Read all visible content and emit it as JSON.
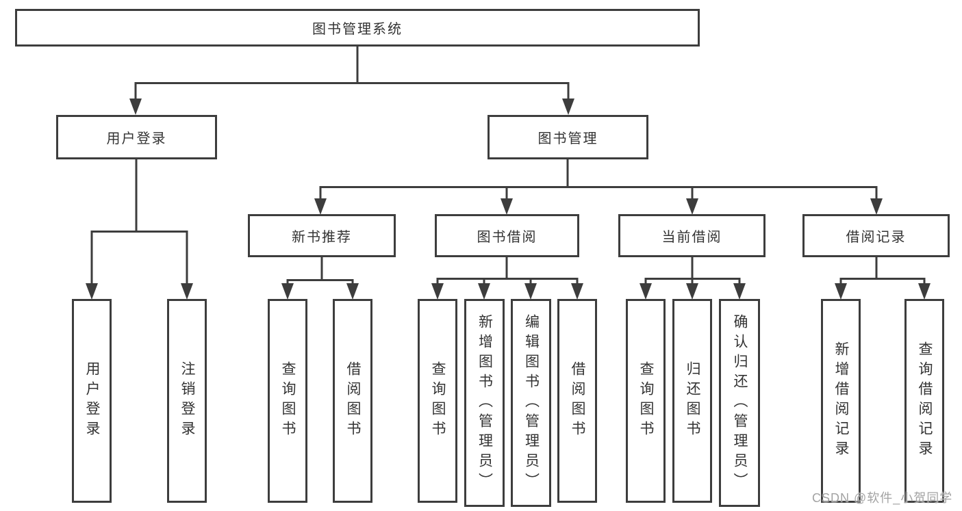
{
  "diagram": {
    "title": "图书管理系统",
    "root": {
      "label": "图书管理系统"
    },
    "level2": [
      {
        "label": "用户登录"
      },
      {
        "label": "图书管理"
      }
    ],
    "level3": [
      {
        "label": "新书推荐"
      },
      {
        "label": "图书借阅"
      },
      {
        "label": "当前借阅"
      },
      {
        "label": "借阅记录"
      }
    ],
    "leaves": {
      "user_login": [
        "用户登录",
        "注销登录"
      ],
      "new_books": [
        "查询图书",
        "借阅图书"
      ],
      "book_borrow": [
        "查询图书",
        "新增图书（管理员）",
        "编辑图书（管理员）",
        "借阅图书"
      ],
      "current_borrow": [
        "查询图书",
        "归还图书",
        "确认归还（管理员）"
      ],
      "borrow_records": [
        "新增借阅记录",
        "查询借阅记录"
      ]
    }
  },
  "watermark": {
    "text": "CSDN @软件_小贺同学"
  },
  "colors": {
    "line": "#3d3d3d",
    "text": "#333333",
    "watermark": "#a3a3a3"
  }
}
